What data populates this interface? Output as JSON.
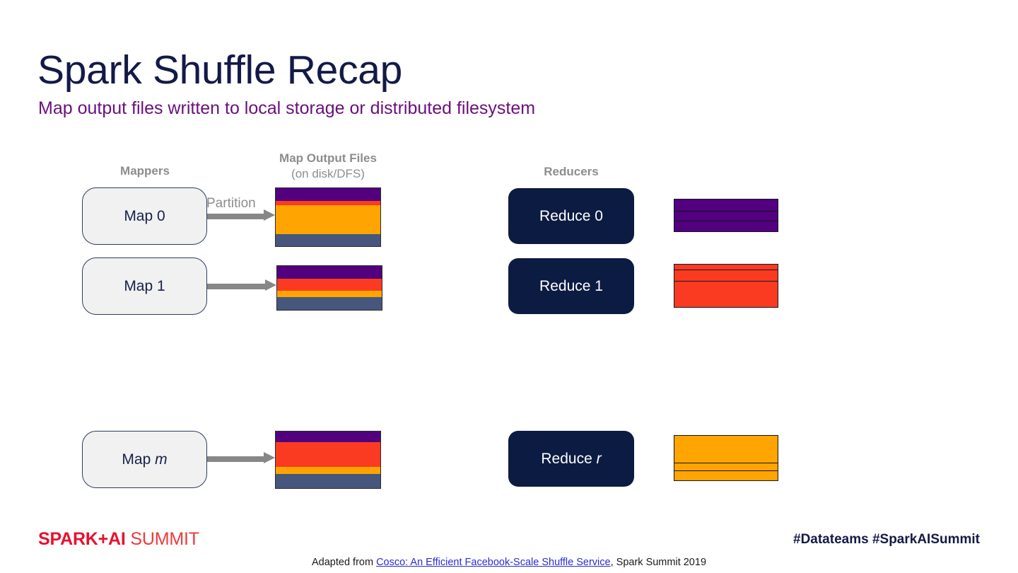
{
  "slide": {
    "title": "Spark Shuffle Recap",
    "subtitle": "Map output files written to local storage or distributed filesystem"
  },
  "columns": {
    "mappers": "Mappers",
    "map_output_files": "Map Output Files",
    "map_output_files_sub": "(on disk/DFS)",
    "reducers": "Reducers"
  },
  "edge": {
    "partition_label": "Partition"
  },
  "mappers": [
    {
      "label_prefix": "Map ",
      "label_index": "0",
      "italic": false
    },
    {
      "label_prefix": "Map ",
      "label_index": "1",
      "italic": false
    },
    {
      "label_prefix": "Map ",
      "label_index": "m",
      "italic": true
    }
  ],
  "reducers": [
    {
      "label_prefix": "Reduce ",
      "label_index": "0",
      "italic": false
    },
    {
      "label_prefix": "Reduce ",
      "label_index": "1",
      "italic": false
    },
    {
      "label_prefix": "Reduce ",
      "label_index": "r",
      "italic": true
    }
  ],
  "palette": {
    "purple": "#52007e",
    "red": "#fb3b21",
    "orange": "#ffa400",
    "slate": "#46567d",
    "navy": "#0c1b42",
    "mapper_fill": "#f1f1f1",
    "mapper_border": "#2d3b5e",
    "arrow_gray": "#878787",
    "title_navy": "#141a46",
    "subtitle_purple": "#6b0f7d",
    "logo_red": "#e8112d",
    "link_blue": "#2b2bd4"
  },
  "map_output_files": [
    {
      "name": "map-0-output-file",
      "bands": [
        {
          "color": "#52007e",
          "height": 18
        },
        {
          "color": "#fb3b21",
          "height": 7
        },
        {
          "color": "#ffa400",
          "height": 42
        },
        {
          "color": "#46567d",
          "height": 17
        }
      ]
    },
    {
      "name": "map-1-output-file",
      "bands": [
        {
          "color": "#52007e",
          "height": 19
        },
        {
          "color": "#fb3b21",
          "height": 17
        },
        {
          "color": "#ffa400",
          "height": 9
        },
        {
          "color": "#46567d",
          "height": 19
        }
      ]
    },
    {
      "name": "map-m-output-file",
      "bands": [
        {
          "color": "#52007e",
          "height": 15
        },
        {
          "color": "#fb3b21",
          "height": 36
        },
        {
          "color": "#ffa400",
          "height": 10
        },
        {
          "color": "#46567d",
          "height": 21
        }
      ]
    }
  ],
  "reducer_outputs": [
    {
      "name": "reduce-0-output",
      "segments": [
        {
          "color": "#52007e",
          "height": 17
        },
        {
          "color": "#52007e",
          "height": 15
        },
        {
          "color": "#52007e",
          "height": 15
        }
      ]
    },
    {
      "name": "reduce-1-output",
      "segments": [
        {
          "color": "#fb3b21",
          "height": 8
        },
        {
          "color": "#fb3b21",
          "height": 16
        },
        {
          "color": "#fb3b21",
          "height": 38
        }
      ]
    },
    {
      "name": "reduce-r-output",
      "segments": [
        {
          "color": "#ffa400",
          "height": 40
        },
        {
          "color": "#ffa400",
          "height": 11
        },
        {
          "color": "#ffa400",
          "height": 14
        }
      ]
    }
  ],
  "footer": {
    "logo_bold": "SPARK+AI",
    "logo_light": " SUMMIT",
    "hashtags": "#Datateams  #SparkAISummit",
    "credit_prefix": "Adapted from ",
    "credit_link": "Cosco: An Efficient Facebook-Scale Shuffle Service",
    "credit_suffix": ", Spark Summit 2019"
  }
}
